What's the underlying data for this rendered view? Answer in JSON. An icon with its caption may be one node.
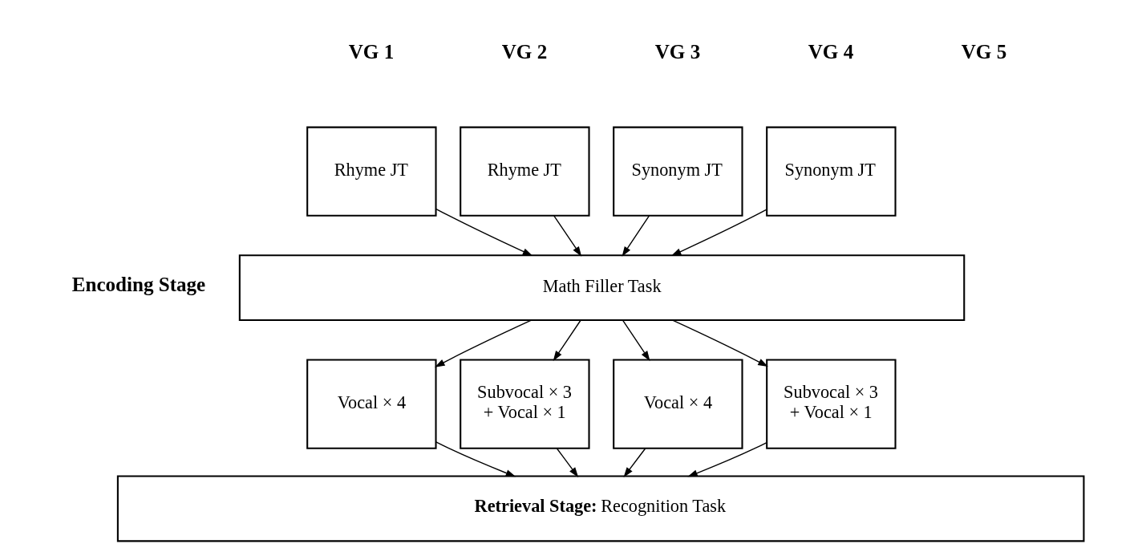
{
  "diagram": {
    "nodes": [
      {
        "text": [
          "Rhyme JT"
        ]
      },
      {
        "text": [
          "Rhyme JT"
        ]
      },
      {
        "text": [
          "Synonym JT"
        ]
      },
      {
        "text": [
          "Synonym JT"
        ]
      },
      {
        "text": [
          "Math Filler Task"
        ]
      },
      {
        "text": [
          "Vocal × 4"
        ]
      },
      {
        "text": [
          "Subvocal × 3 + Vocal × 1"
        ]
      },
      {
        "text": [
          "Vocal × 4"
        ]
      },
      {
        "text": [
          "Subvocal × 3 + Vocal × 1"
        ]
      },
      {
        "text": [
          "**Retrieval Stage:** Recognition Task"
        ]
      }
    ],
    "edges": [
      {
        "from": 0,
        "to": 4,
        "arrow": "to"
      },
      {
        "from": 1,
        "to": 4,
        "arrow": "to"
      },
      {
        "from": 2,
        "to": 4,
        "arrow": "to"
      },
      {
        "from": 3,
        "to": 4,
        "arrow": "to"
      },
      {
        "from": 4,
        "to": 5,
        "arrow": "to"
      },
      {
        "from": 4,
        "to": 6,
        "arrow": "to"
      },
      {
        "from": 4,
        "to": 7,
        "arrow": "to"
      },
      {
        "from": 4,
        "to": 8,
        "arrow": "to"
      },
      {
        "from": 5,
        "to": 9,
        "arrow": "to"
      },
      {
        "from": 6,
        "to": 9,
        "arrow": "to"
      },
      {
        "from": 7,
        "to": 9,
        "arrow": "to"
      },
      {
        "from": 8,
        "to": 9,
        "arrow": "to"
      }
    ],
    "labels": [
      "VG 1",
      "VG 2",
      "VG 3",
      "VG 4",
      "VG 5",
      "Encoding Stage"
    ]
  }
}
